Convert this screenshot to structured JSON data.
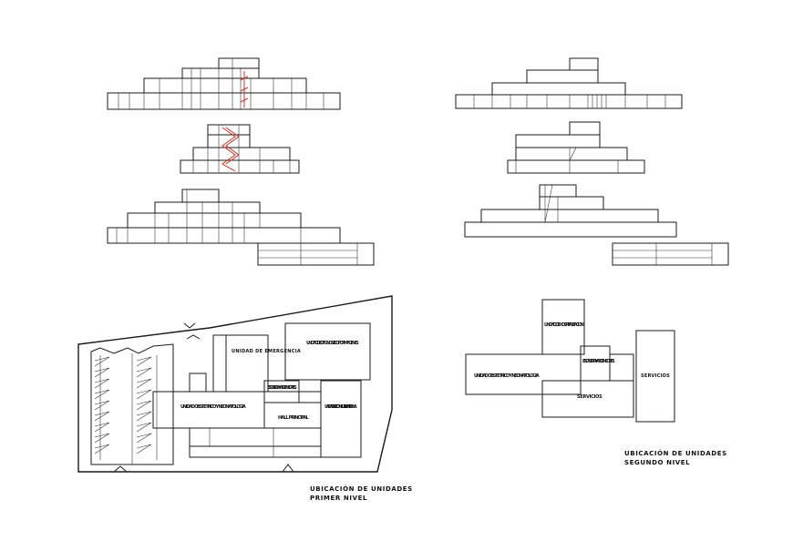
{
  "labels": {
    "emergencia": "UNIDAD DE EMERGENCIA",
    "diagnostico": "UNIDAD DE DIAGNOSTICO POR IMAGENES",
    "escalera_1": "ESCALERA Y ASCENSORES",
    "obstetrico_1": "UNIDAD OBSTETRICO Y NEONATOLOGIA",
    "hall": "HALL PRINCIPAL",
    "consulta": "UNIDAD DE CONSULTA EXTERNA",
    "hospitalizacion": "UNIDAD DE HOSPITALIZACION",
    "escalera_2": "ESCALERA Y ASCENSORES",
    "obstetrico_2": "UNIDAD OBSTETRICO Y NEONATOLOGIA",
    "servicios": "SERVICIOS",
    "servicios_2": "SERVICIOS"
  },
  "titles": {
    "primer_line1": "UBICACIÓN DE UNIDADES",
    "primer_line2": "PRIMER NIVEL",
    "segundo_line1": "UBICACIÓN DE UNIDADES",
    "segundo_line2": "SEGUNDO NIVEL"
  }
}
